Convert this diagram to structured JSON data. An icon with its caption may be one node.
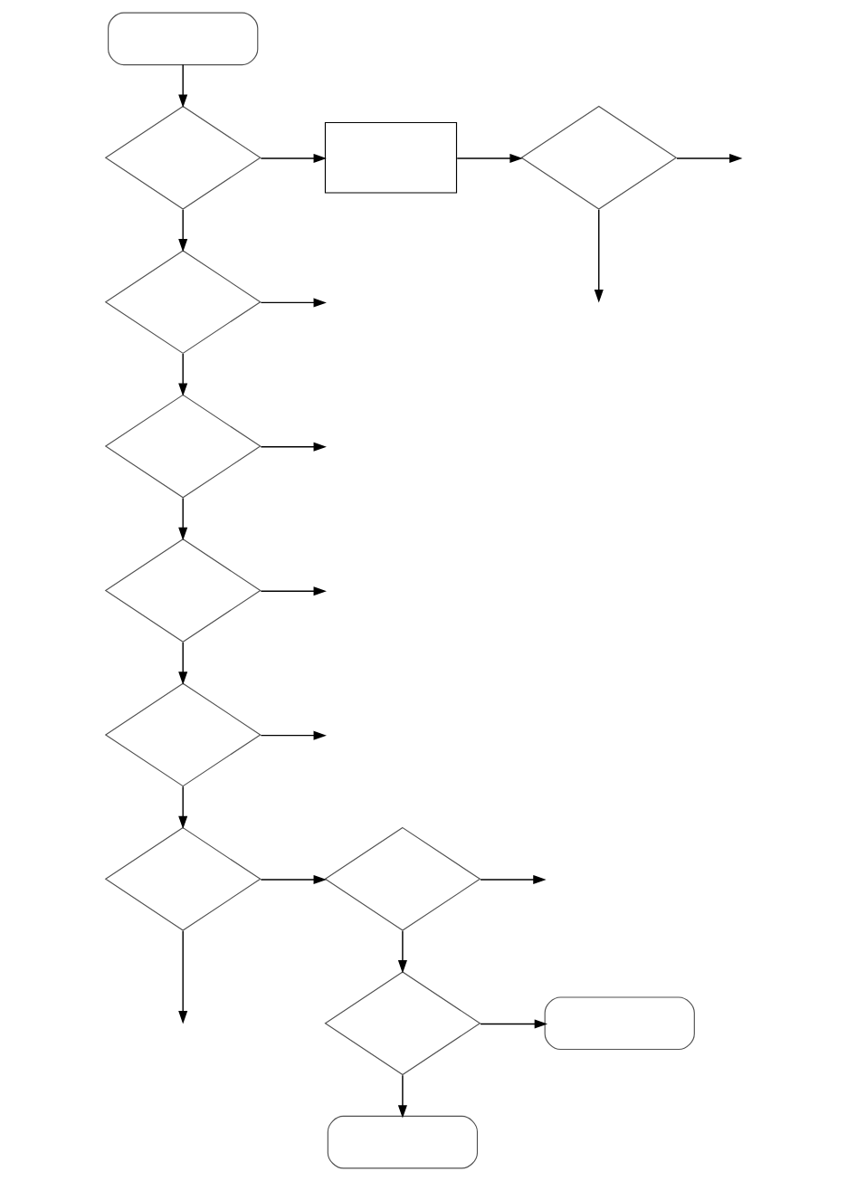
{
  "diagram": {
    "nodes": [
      {
        "text": [],
        "shape": "oval"
      },
      {
        "text": [],
        "shape": "diamond"
      },
      {
        "text": [],
        "shape": "box"
      },
      {
        "text": [],
        "shape": "diamond"
      },
      {
        "text": [],
        "shape": "diamond"
      },
      {
        "text": [],
        "shape": "diamond"
      },
      {
        "text": [],
        "shape": "diamond"
      },
      {
        "text": [],
        "shape": "diamond"
      },
      {
        "text": [],
        "shape": "diamond"
      },
      {
        "text": [],
        "shape": "diamond"
      },
      {
        "text": [],
        "shape": "diamond"
      },
      {
        "text": [],
        "shape": "oval"
      },
      {
        "text": [],
        "shape": "oval"
      }
    ],
    "edges": [
      {
        "from": 0,
        "to": 1,
        "arrow": "to"
      },
      {
        "from": 1,
        "to": 2,
        "arrow": "to"
      },
      {
        "from": 2,
        "to": 3,
        "arrow": "to"
      },
      {
        "from": 3,
        "to": null,
        "arrow": "to"
      },
      {
        "from": 3,
        "to": null,
        "arrow": "to"
      },
      {
        "from": 1,
        "to": 4,
        "arrow": "to"
      },
      {
        "from": 4,
        "to": null,
        "arrow": "to"
      },
      {
        "from": 4,
        "to": 5,
        "arrow": "to"
      },
      {
        "from": 5,
        "to": null,
        "arrow": "to"
      },
      {
        "from": 5,
        "to": 6,
        "arrow": "to"
      },
      {
        "from": 6,
        "to": null,
        "arrow": "to"
      },
      {
        "from": 6,
        "to": 7,
        "arrow": "to"
      },
      {
        "from": 7,
        "to": null,
        "arrow": "to"
      },
      {
        "from": 7,
        "to": 8,
        "arrow": "to"
      },
      {
        "from": 8,
        "to": 9,
        "arrow": "to"
      },
      {
        "from": 8,
        "to": null,
        "arrow": "to"
      },
      {
        "from": 9,
        "to": null,
        "arrow": "to"
      },
      {
        "from": 9,
        "to": 10,
        "arrow": "to"
      },
      {
        "from": 10,
        "to": 11,
        "arrow": "to"
      },
      {
        "from": 10,
        "to": 12,
        "arrow": "to"
      }
    ]
  }
}
